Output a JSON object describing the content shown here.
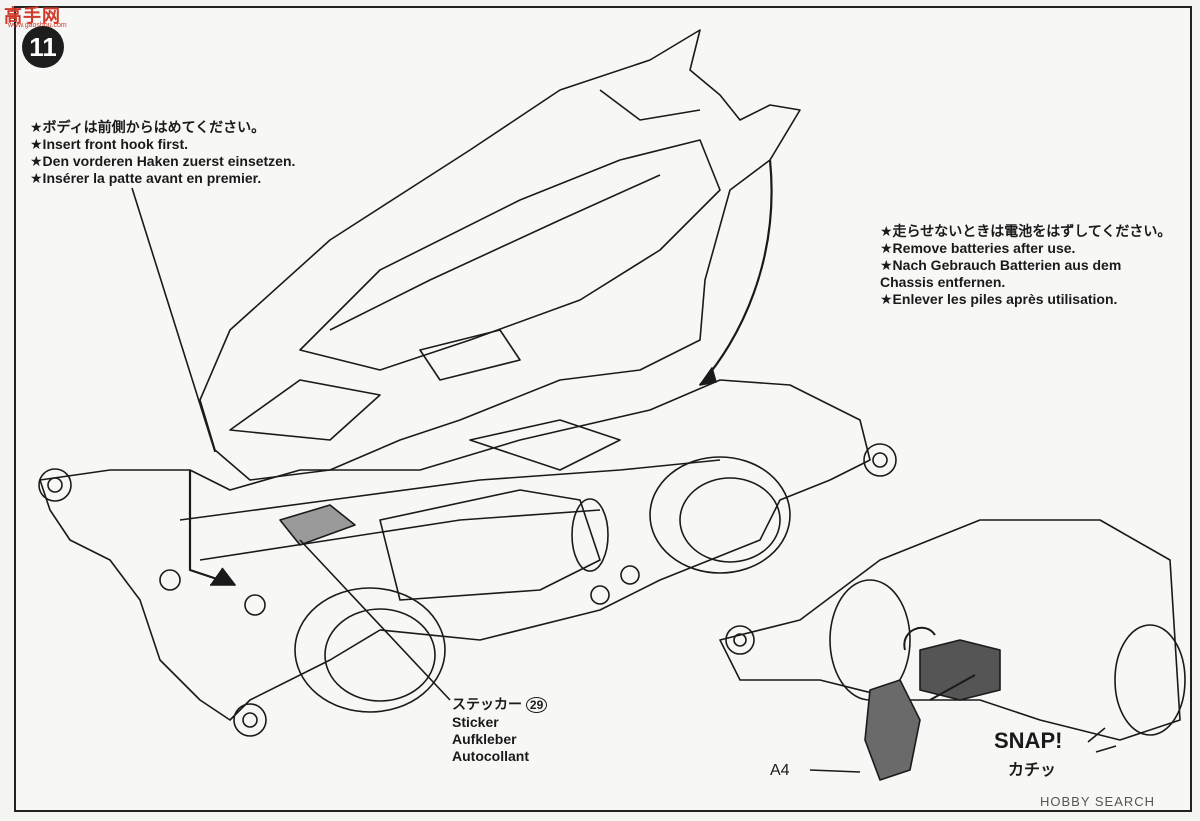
{
  "page": {
    "step_number": "11",
    "watermark": "高手网",
    "watermark_sub": "www.gaoshou.com"
  },
  "notes": {
    "front_hook": [
      "★ボディは前側からはめてください。",
      "★Insert front hook first.",
      "★Den vorderen Haken zuerst einsetzen.",
      "★Insérer la patte avant en premier."
    ],
    "batteries": [
      "★走らせないときは電池をはずしてください。",
      "★Remove batteries after use.",
      "★Nach Gebrauch Batterien aus dem",
      "Chassis entfernen.",
      "★Enlever les piles après utilisation."
    ]
  },
  "sticker": {
    "jp": "ステッカー",
    "number": "29",
    "en": "Sticker",
    "de": "Aufkleber",
    "fr": "Autocollant"
  },
  "snap": {
    "label": "SNAP!",
    "jp": "カチッ"
  },
  "part": {
    "label": "A4"
  },
  "footer": {
    "mark": "HOBBY SEARCH"
  },
  "colors": {
    "ink": "#1a1a1a",
    "paper": "#f7f7f5",
    "badge": "#1d1d1d",
    "watermark": "#d03a2a",
    "shade": "#8a8a8a"
  }
}
